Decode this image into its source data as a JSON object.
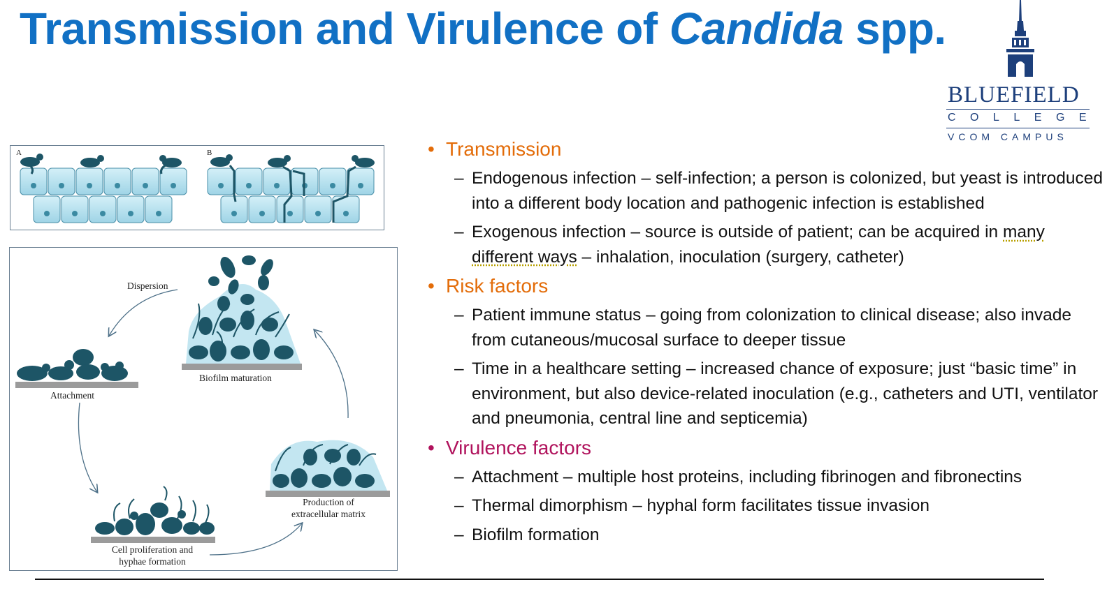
{
  "slide": {
    "title_main": "Transmission and Virulence of ",
    "title_italic": "Candida",
    "title_end": " spp."
  },
  "logo": {
    "name": "BLUEFIELD",
    "college": "COLLEGE",
    "campus": "VCOM CAMPUS"
  },
  "figure": {
    "panel_a_letter": "A",
    "panel_b_letter": "B",
    "dispersion": "Dispersion",
    "attachment": "Attachment",
    "biofilm_maturation": "Biofilm maturation",
    "production_line1": "Production of",
    "production_line2": "extracellular matrix",
    "proliferation_line1": "Cell proliferation and",
    "proliferation_line2": "hyphae formation"
  },
  "colors": {
    "title": "#1170c4",
    "transmission": "#e36c09",
    "risk": "#e36c09",
    "virulence": "#b0125c",
    "cell_dark": "#1d5566",
    "cell_light": "#b5e0ec",
    "logo": "#1d3f7b"
  },
  "sections": {
    "transmission": {
      "heading": "Transmission",
      "items": [
        "Endogenous infection – self-infection; a person is colonized, but yeast is introduced into a different body location and pathogenic infection is established",
        "Exogenous infection – source is outside of patient; can be acquired in "
      ],
      "item2_underlined": "many different ways",
      "item2_end": " – inhalation, inoculation (surgery, catheter)"
    },
    "risk": {
      "heading": "Risk factors",
      "items": [
        "Patient immune status – going from colonization to clinical disease; also invade from cutaneous/mucosal surface to deeper tissue",
        "Time in a healthcare setting – increased chance of exposure; just “basic time” in environment, but also device-related inoculation (e.g., catheters and UTI, ventilator and pneumonia, central line and septicemia)"
      ]
    },
    "virulence": {
      "heading": "Virulence factors",
      "items": [
        "Attachment – multiple host proteins, including fibrinogen and fibronectins",
        "Thermal dimorphism – hyphal form facilitates tissue invasion",
        "Biofilm formation"
      ]
    }
  }
}
